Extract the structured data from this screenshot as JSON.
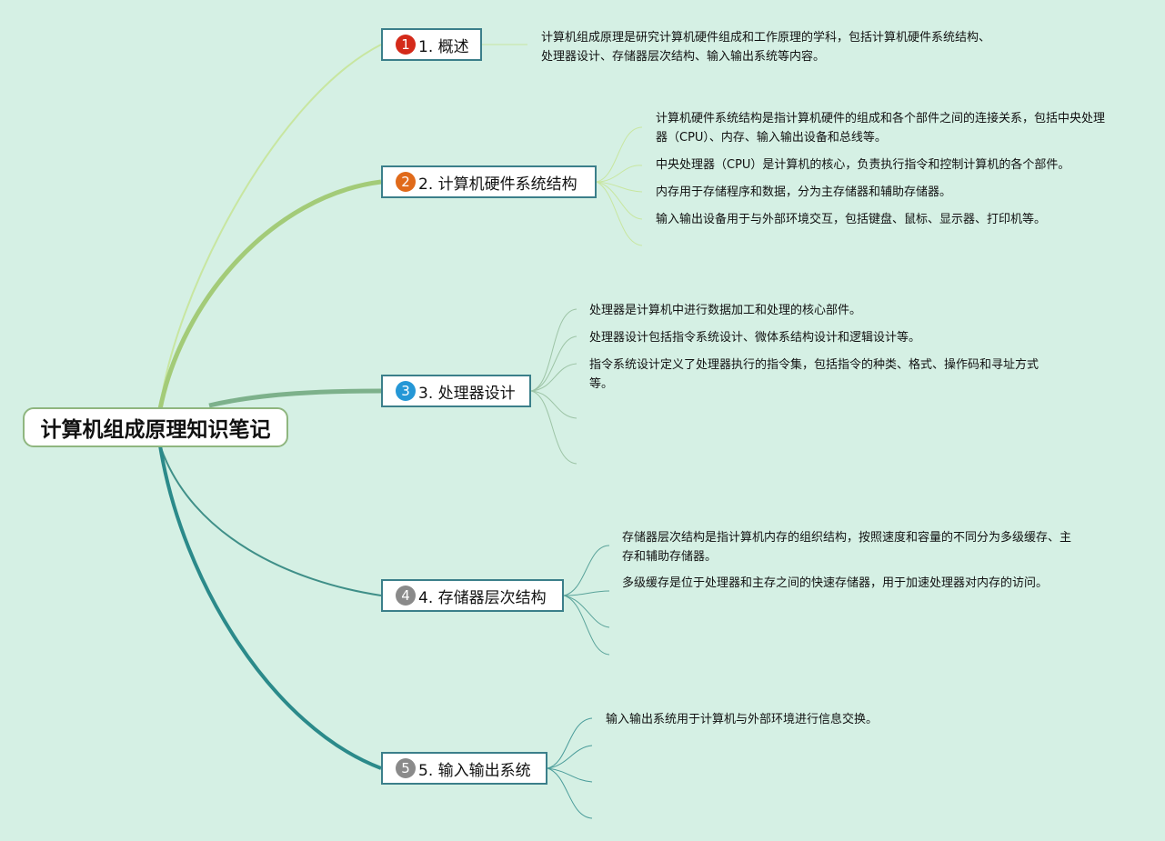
{
  "root": {
    "title": "计算机组成原理知识笔记"
  },
  "topics": [
    {
      "number": "1",
      "label": "1. 概述",
      "badge_color": "#d42a1a",
      "branch_color": "#c8e6a0"
    },
    {
      "number": "2",
      "label": "2. 计算机硬件系统结构",
      "badge_color": "#e06a1a",
      "branch_color": "#a3cb78"
    },
    {
      "number": "3",
      "label": "3. 处理器设计",
      "badge_color": "#2597d6",
      "branch_color": "#7db18b"
    },
    {
      "number": "4",
      "label": "4. 存储器层次结构",
      "badge_color": "#8a8a8a",
      "branch_color": "#3f8f88"
    },
    {
      "number": "5",
      "label": "5. 输入输出系统",
      "badge_color": "#8a8a8a",
      "branch_color": "#2b8a8a"
    }
  ],
  "notes": {
    "overview": [
      "计算机组成原理是研究计算机硬件组成和工作原理的学科，包括计算机硬件系统结构、处理器设计、存储器层次结构、输入输出系统等内容。"
    ],
    "hardware": [
      "计算机硬件系统结构是指计算机硬件的组成和各个部件之间的连接关系，包括中央处理器（CPU）、内存、输入输出设备和总线等。",
      "中央处理器（CPU）是计算机的核心，负责执行指令和控制计算机的各个部件。",
      "内存用于存储程序和数据，分为主存储器和辅助存储器。",
      "输入输出设备用于与外部环境交互，包括键盘、鼠标、显示器、打印机等。"
    ],
    "processor": [
      "处理器是计算机中进行数据加工和处理的核心部件。",
      "处理器设计包括指令系统设计、微体系结构设计和逻辑设计等。",
      "指令系统设计定义了处理器执行的指令集，包括指令的种类、格式、操作码和寻址方式等。"
    ],
    "memory": [
      "存储器层次结构是指计算机内存的组织结构，按照速度和容量的不同分为多级缓存、主存和辅助存储器。",
      "多级缓存是位于处理器和主存之间的快速存储器，用于加速处理器对内存的访问。"
    ],
    "io": [
      "输入输出系统用于计算机与外部环境进行信息交换。"
    ]
  }
}
